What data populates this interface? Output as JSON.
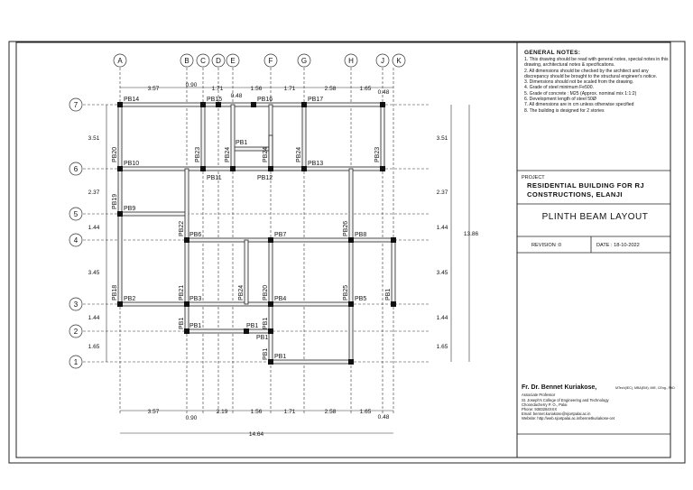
{
  "notes": {
    "title": "GENERAL NOTES:",
    "items": [
      "1. This drawing should be read with general notes, special notes in this drawing, architectural notes & specifications.",
      "2. All dimensions should be checked by the architect and any discrepancy should be brought to the structural engineer's notice.",
      "3. Dimensions should not be scaled from the drawing.",
      "4. Grade of steel minimum Fe500.",
      "5. Grade of concrete : M25 (Approx. nominal mix 1:1:2)",
      "6. Development length of steel 50Ø",
      "7. All dimensions are in cm unless otherwise specified",
      "8. The building is designed for 2 stories"
    ]
  },
  "project": {
    "label": "PROJECT",
    "name": "RESIDENTIAL BUILDING FOR RJ CONSTRUCTIONS, ELANJI"
  },
  "drawing_title": "PLINTH BEAM LAYOUT",
  "revision": "REVISION :0",
  "date": "DATE  :  18-10-2022",
  "author": {
    "name": "Fr. Dr. Bennet Kuriakose,",
    "qualifications": "MTech(IEC), MBA(EM), MIE, CEng., PhD",
    "lines": [
      "Associate Professor",
      "St. Joseph's College of Engineering and Technology",
      "Choondacherry P. O., Palai",
      "Phone: 9383284XXX",
      "Email: bennet.kuriakose@sjcetpalai.ac.in",
      "Website: http://web.sjcetpalai.ac.in/bennetkuriakose-cet"
    ]
  },
  "grid": {
    "columns": [
      "A",
      "B",
      "C",
      "D",
      "E",
      "F",
      "G",
      "H",
      "J",
      "K"
    ],
    "rows": [
      "1",
      "2",
      "3",
      "4",
      "5",
      "6",
      "7"
    ]
  },
  "dimensions": {
    "top": [
      "3.57",
      "0.90",
      "1.71",
      "0.48",
      "1.56",
      "1.71",
      "2.58",
      "1.65",
      "0.48"
    ],
    "bottom": [
      "3.57",
      "0.90",
      "2.19",
      "1.56",
      "1.71",
      "2.58",
      "1.65",
      "0.48"
    ],
    "overall_horizontal": "14.64",
    "left": [
      "3.51",
      "2.37",
      "1.44",
      "3.45",
      "1.44",
      "1.65"
    ],
    "right": [
      "3.51",
      "2.37",
      "1.44",
      "3.45",
      "1.44",
      "1.65"
    ],
    "overall_vertical": "13.86"
  },
  "beams": {
    "horizontal": [
      "PB14",
      "PB15",
      "PB16",
      "PB17",
      "PB10",
      "PB11",
      "PB12",
      "PB13",
      "PB9",
      "PB6",
      "PB7",
      "PB8",
      "PB2",
      "PB3",
      "PB4",
      "PB5",
      "PB1",
      "PB1",
      "PB1",
      "PB1",
      "PB1"
    ],
    "vertical": [
      "PB20",
      "PB23",
      "PB24",
      "PB24",
      "PB24",
      "PB23",
      "PB19",
      "PB22",
      "PB26",
      "PB18",
      "PB21",
      "PB24",
      "PB20",
      "PB25",
      "PB1",
      "PB1",
      "PB1",
      "PB1"
    ]
  }
}
